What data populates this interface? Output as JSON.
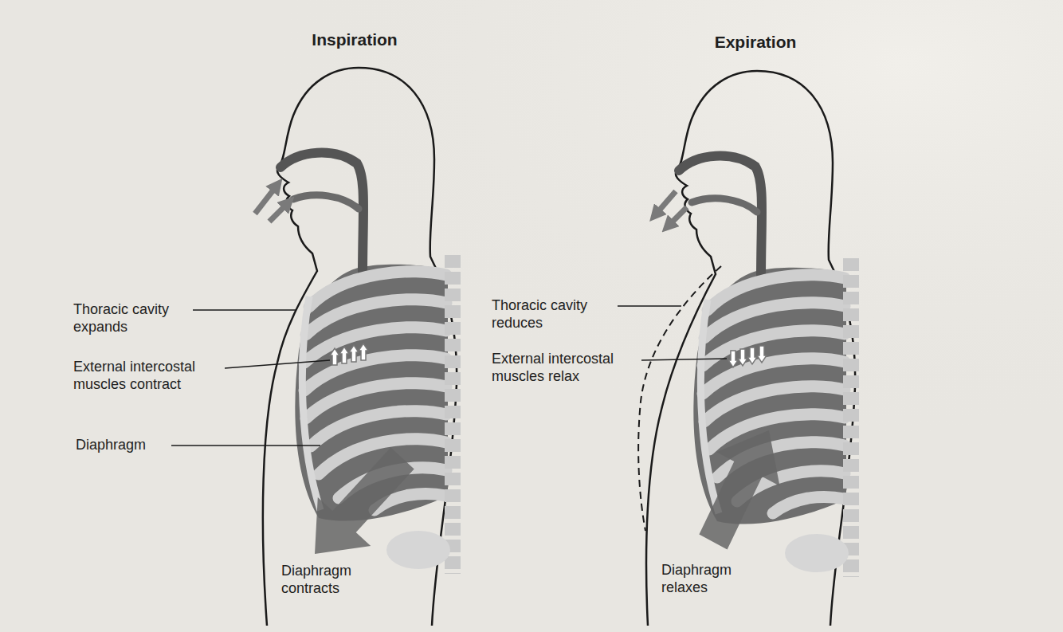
{
  "diagram": {
    "labels": [
      "Inspiration",
      "Thoracic cavity expands",
      "External intercostal muscles contract",
      "Diaphragm",
      "Diaphragm contracts",
      "Expiration",
      "Thoracic cavity reduces",
      "External intercostal muscles relax",
      "Diaphragm relaxes"
    ]
  }
}
